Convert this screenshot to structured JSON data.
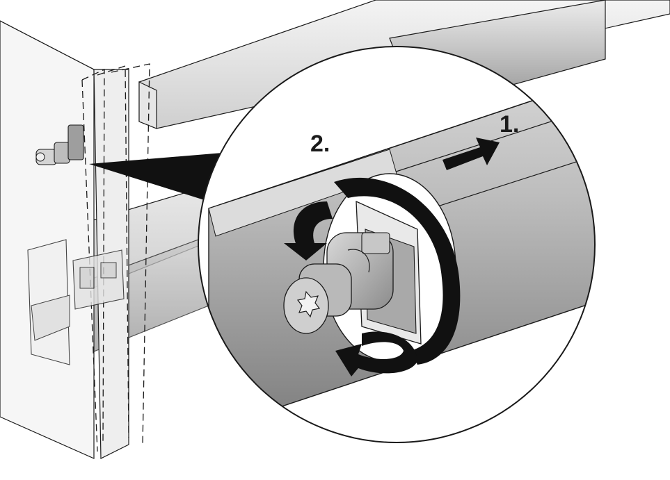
{
  "diagram": {
    "steps": [
      {
        "label": "1.",
        "action": "push-arrow"
      },
      {
        "label": "2.",
        "action": "rotate-arrows"
      }
    ],
    "colors": {
      "background": "#ffffff",
      "outline": "#1a1a1a",
      "arrow": "#1a1a1a",
      "rail_light": "#d8d8d8",
      "rail_dark": "#8a8a8a",
      "panel_fill": "#f1f1f1"
    }
  }
}
